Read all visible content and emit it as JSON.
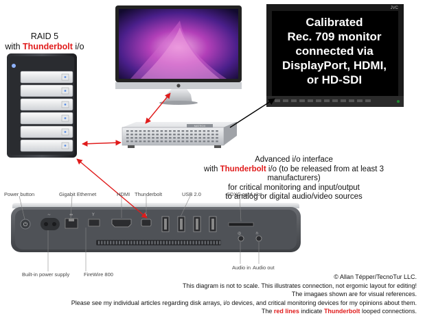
{
  "raid": {
    "line1": "RAID 5",
    "with": "with ",
    "tb": "Thunderbolt",
    "io": " i/o"
  },
  "jvc_monitor": {
    "brand": "JVC",
    "lines": [
      "Calibrated",
      "Rec. 709 monitor",
      "connected via",
      "DisplayPort, HDMI,",
      "or HD-SDI"
    ]
  },
  "interface_box_label": "MATROX",
  "advanced": {
    "line1": "Advanced i/o interface",
    "line2_pre": "with ",
    "line2_tb": "Thunderbolt",
    "line2_post": " i/o (to be released from at least 3 manufacturers)",
    "line3": "for critical monitoring and input/output",
    "line4": "to analog or digital audio/video sources"
  },
  "mac_mini_ports": {
    "power_button": "Power button",
    "gigabit": "Gigabit Ethernet",
    "hdmi": "HDMI",
    "thunderbolt": "Thunderbolt",
    "usb": "USB 2.0",
    "sdxc": "SDXC card slot",
    "power_supply": "Built-in power supply",
    "firewire": "FireWire 800",
    "audio_in": "Audio in",
    "audio_out": "Audio out"
  },
  "footer": {
    "line1": "© Allan Tépper/TecnoTur LLC.",
    "line2": "This diagram is not to scale. This illustrates connection, not ergomic layout for editing!",
    "line3": "The imagaes shown are for visual references.",
    "line4": "Please see my individual articles regarding disk arrays, i/o devices, and critical monitoring devices for my opinions about them.",
    "line5_pre": "The ",
    "line5_red": "red lines",
    "line5_mid": " indicate ",
    "line5_tb": "Thunderbolt",
    "line5_post": " looped connections."
  },
  "colors": {
    "thunderbolt_red": "#e01b1b",
    "monitor_frame": "#1a1a1a",
    "mac_body": "#5a5d62"
  }
}
